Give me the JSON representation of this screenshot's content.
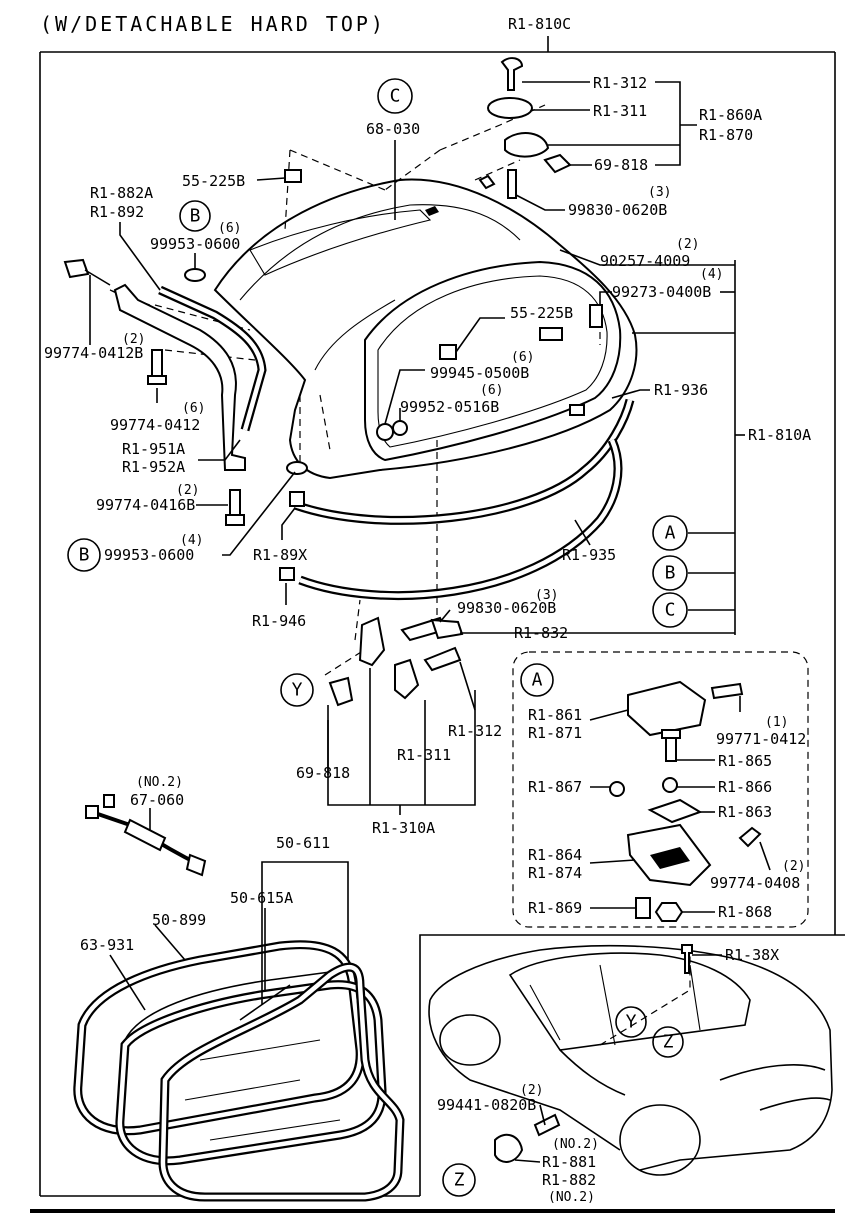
{
  "header": {
    "title": "(W/DETACHABLE HARD TOP)",
    "top_label": "R1-810C"
  },
  "callouts": {
    "A": "A",
    "B": "B",
    "C": "C",
    "Y": "Y",
    "Z": "Z"
  },
  "parts": {
    "p_r1_312_top": "R1-312",
    "p_r1_311_top": "R1-311",
    "p_r1_860a": "R1-860A",
    "p_r1_870": "R1-870",
    "p_69_818_top": "69-818",
    "p_99830_top_qty": "(3)",
    "p_99830_top": "99830-0620B",
    "p_68_030": "68-030",
    "p_55_225b_left": "55-225B",
    "p_r1_882a": "R1-882A",
    "p_r1_892": "R1-892",
    "p_99953_top_qty": "(6)",
    "p_99953_top": "99953-0600",
    "p_90257_qty": "(2)",
    "p_90257": "90257-4009",
    "p_99273_qty": "(4)",
    "p_99273": "99273-0400B",
    "p_55_225b_mid": "55-225B",
    "p_99945_qty": "(6)",
    "p_99945": "99945-0500B",
    "p_99952_qty": "(6)",
    "p_99952": "99952-0516B",
    "p_r1_936": "R1-936",
    "p_r1_810a": "R1-810A",
    "p_99774_412b_qty": "(2)",
    "p_99774_412b": "99774-0412B",
    "p_99774_0412_qty": "(6)",
    "p_99774_0412": "99774-0412",
    "p_r1_951a": "R1-951A",
    "p_r1_952a": "R1-952A",
    "p_99774_416b_qty": "(2)",
    "p_99774_416b": "99774-0416B",
    "p_99953_bot_qty": "(4)",
    "p_99953_bot": "99953-0600",
    "p_r1_89x": "R1-89X",
    "p_r1_935": "R1-935",
    "p_r1_946": "R1-946",
    "p_99830_mid_qty": "(3)",
    "p_99830_mid": "99830-0620B",
    "p_r1_832": "R1-832",
    "p_r1_312_bot": "R1-312",
    "p_r1_311_bot": "R1-311",
    "p_69_818_bot": "69-818",
    "p_r1_310a": "R1-310A",
    "p_67_060_qty": "(NO.2)",
    "p_67_060": "67-060",
    "p_50_611": "50-611",
    "p_50_615a": "50-615A",
    "p_50_899": "50-899",
    "p_63_931": "63-931",
    "a_r1_861": "R1-861",
    "a_r1_871": "R1-871",
    "a_99771_qty": "(1)",
    "a_99771": "99771-0412",
    "a_r1_865": "R1-865",
    "a_r1_867": "R1-867",
    "a_r1_866": "R1-866",
    "a_r1_863": "R1-863",
    "a_r1_864": "R1-864",
    "a_r1_874": "R1-874",
    "a_99774_0408_qty": "(2)",
    "a_99774_0408": "99774-0408",
    "a_r1_869": "R1-869",
    "a_r1_868": "R1-868",
    "c_r1_38x": "R1-38X",
    "c_99441_qty": "(2)",
    "c_99441": "99441-0820B",
    "c_no2_a": "(NO.2)",
    "c_r1_881": "R1-881",
    "c_r1_882": "R1-882",
    "c_no2_b": "(NO.2)"
  }
}
